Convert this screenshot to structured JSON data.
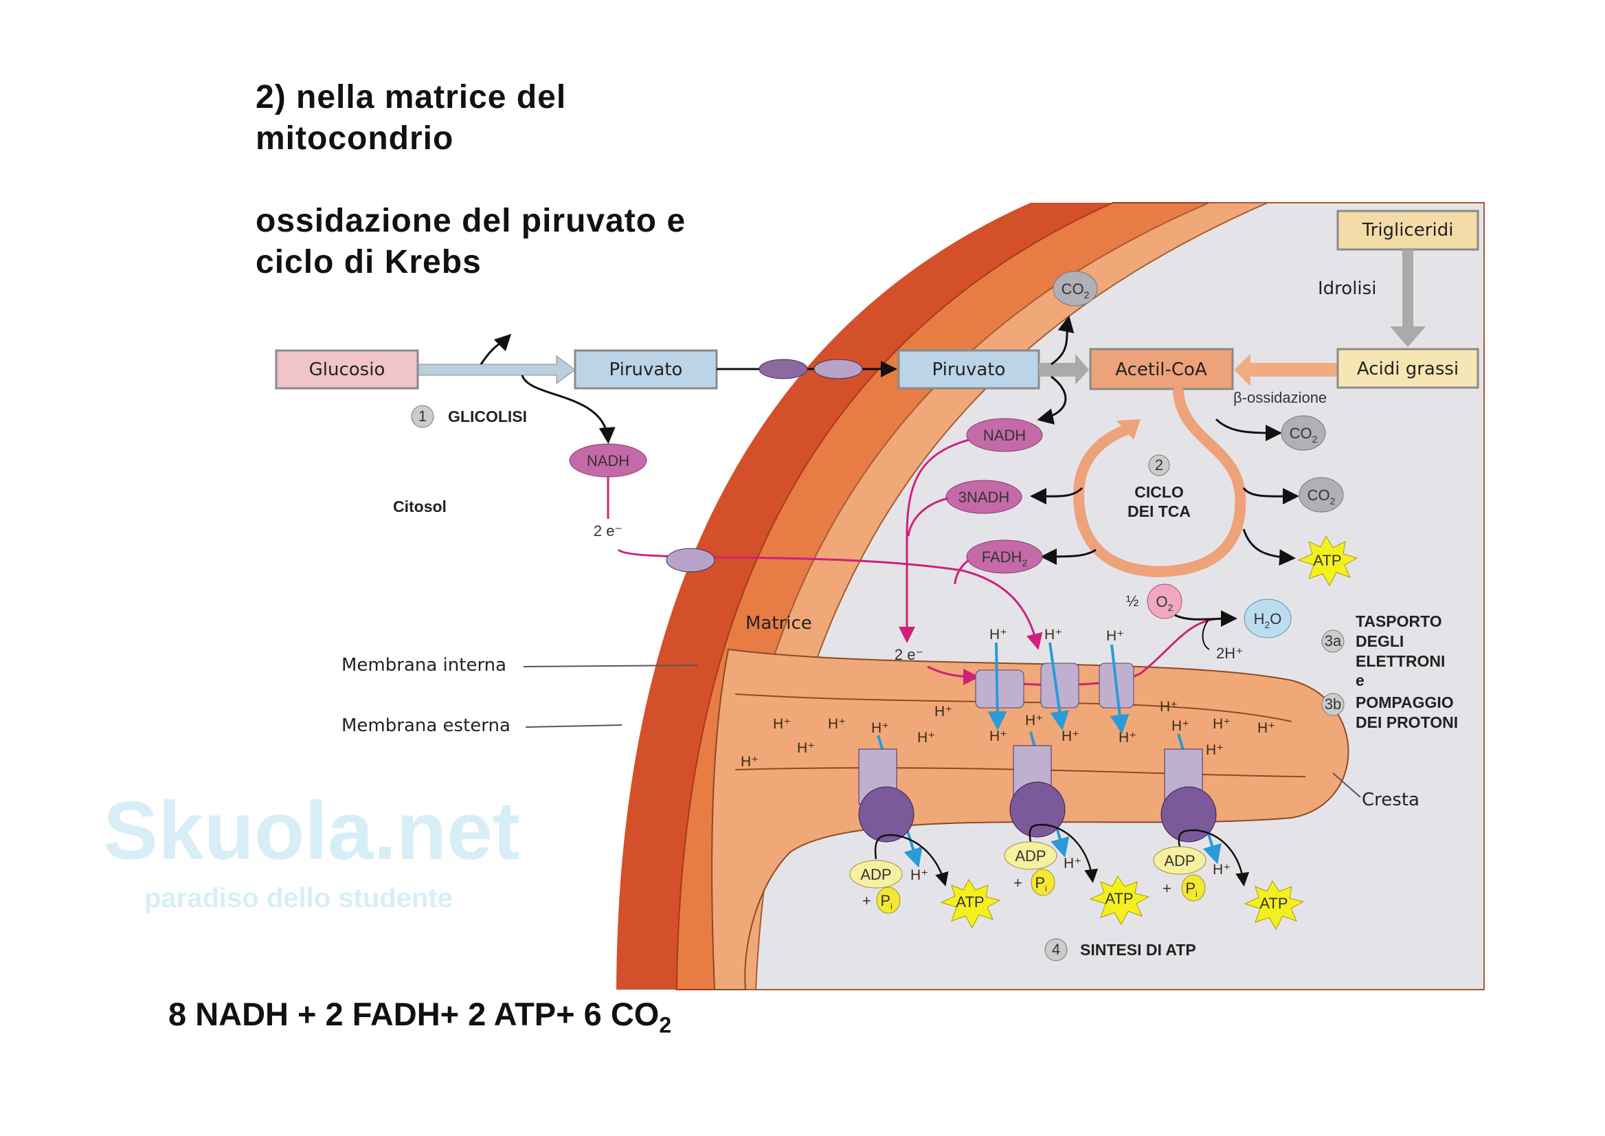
{
  "heading": {
    "line1": "2) nella matrice del",
    "line2": "mitocondrio",
    "line3": "ossidazione del piruvato e",
    "line4": "ciclo di Krebs"
  },
  "watermark": {
    "brand": "Skuola.net",
    "tagline": "paradiso dello studente"
  },
  "diagram": {
    "glucosio": "Glucosio",
    "piruvato": "Piruvato",
    "acetil_coa": "Acetil-CoA",
    "acidi_grassi": "Acidi grassi",
    "trigliceridi": "Trigliceridi",
    "idrolisi": "Idrolisi",
    "beta_ossidazione": "β-ossidazione",
    "step1_num": "1",
    "glicolisi": "GLICOLISI",
    "nadh": "NADH",
    "nadh3": "3NADH",
    "fadh": {
      "main": "FADH",
      "sub": "2"
    },
    "co2": {
      "main": "CO",
      "sub": "2"
    },
    "atp": "ATP",
    "adp": "ADP",
    "pi": {
      "main": "P",
      "sub": "i"
    },
    "plus": "+",
    "two_e": "2 e⁻",
    "citosol": "Citosol",
    "matrice": "Matrice",
    "membrana_interna": "Membrana interna",
    "membrana_esterna": "Membrana esterna",
    "cresta": "Cresta",
    "step2_num": "2",
    "ciclo_line1": "CICLO",
    "ciclo_line2": "DEI TCA",
    "half": "½",
    "o2": {
      "main": "O",
      "sub": "2"
    },
    "h2o": {
      "main": "H",
      "sub": "2",
      "end": "O"
    },
    "two_h": "2H⁺",
    "h_plus": "H⁺",
    "step3a_num": "3a",
    "step3b_num": "3b",
    "trasporto": [
      "TASPORTO",
      "DEGLI",
      "ELETTRONI",
      "e",
      "POMPAGGIO",
      "DEI PROTONI"
    ],
    "step4_num": "4",
    "sintesi": "SINTESI DI ATP"
  },
  "equation": {
    "text": "8 NADH + 2 FADH+ 2 ATP+  6 CO",
    "sub": "2"
  },
  "colors": {
    "outer_membrane": "#d4502a",
    "inner_membrane": "#f0a878",
    "matrix": "#e4e4e8",
    "electron_path": "#d0207a",
    "proton_arrow": "#2a9ad8"
  }
}
